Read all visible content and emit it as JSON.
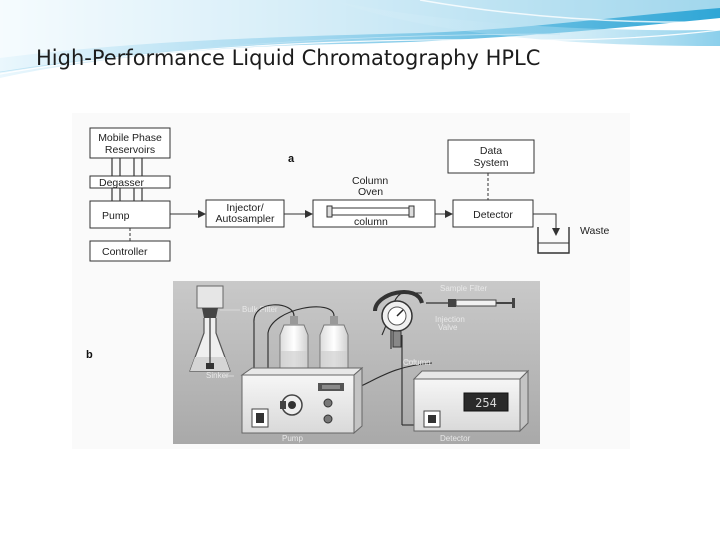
{
  "slide": {
    "title": "High-Performance Liquid Chromatography HPLC"
  },
  "diagram_a": {
    "tag": "a",
    "mobile_phase_line1": "Mobile Phase",
    "mobile_phase_line2": "Reservoirs",
    "degasser": "Degasser",
    "pump": "Pump",
    "controller": "Controller",
    "injector_line1": "Injector/",
    "injector_line2": "Autosampler",
    "column_oven_line1": "Column",
    "column_oven_line2": "Oven",
    "column": "column",
    "detector": "Detector",
    "data_system_line1": "Data",
    "data_system_line2": "System",
    "waste": "Waste"
  },
  "diagram_b": {
    "tag": "b",
    "bulk_filter": "Bulk Filter",
    "sinker": "Sinker",
    "pump": "Pump",
    "sample_filter": "Sample Filter",
    "injection_valve_line1": "Injection",
    "injection_valve_line2": "Valve",
    "column": "Column",
    "detector": "Detector",
    "display_value": "254"
  },
  "colors": {
    "header_blue": "#2fa6d6",
    "photo_bg": "#b9b9b9"
  }
}
